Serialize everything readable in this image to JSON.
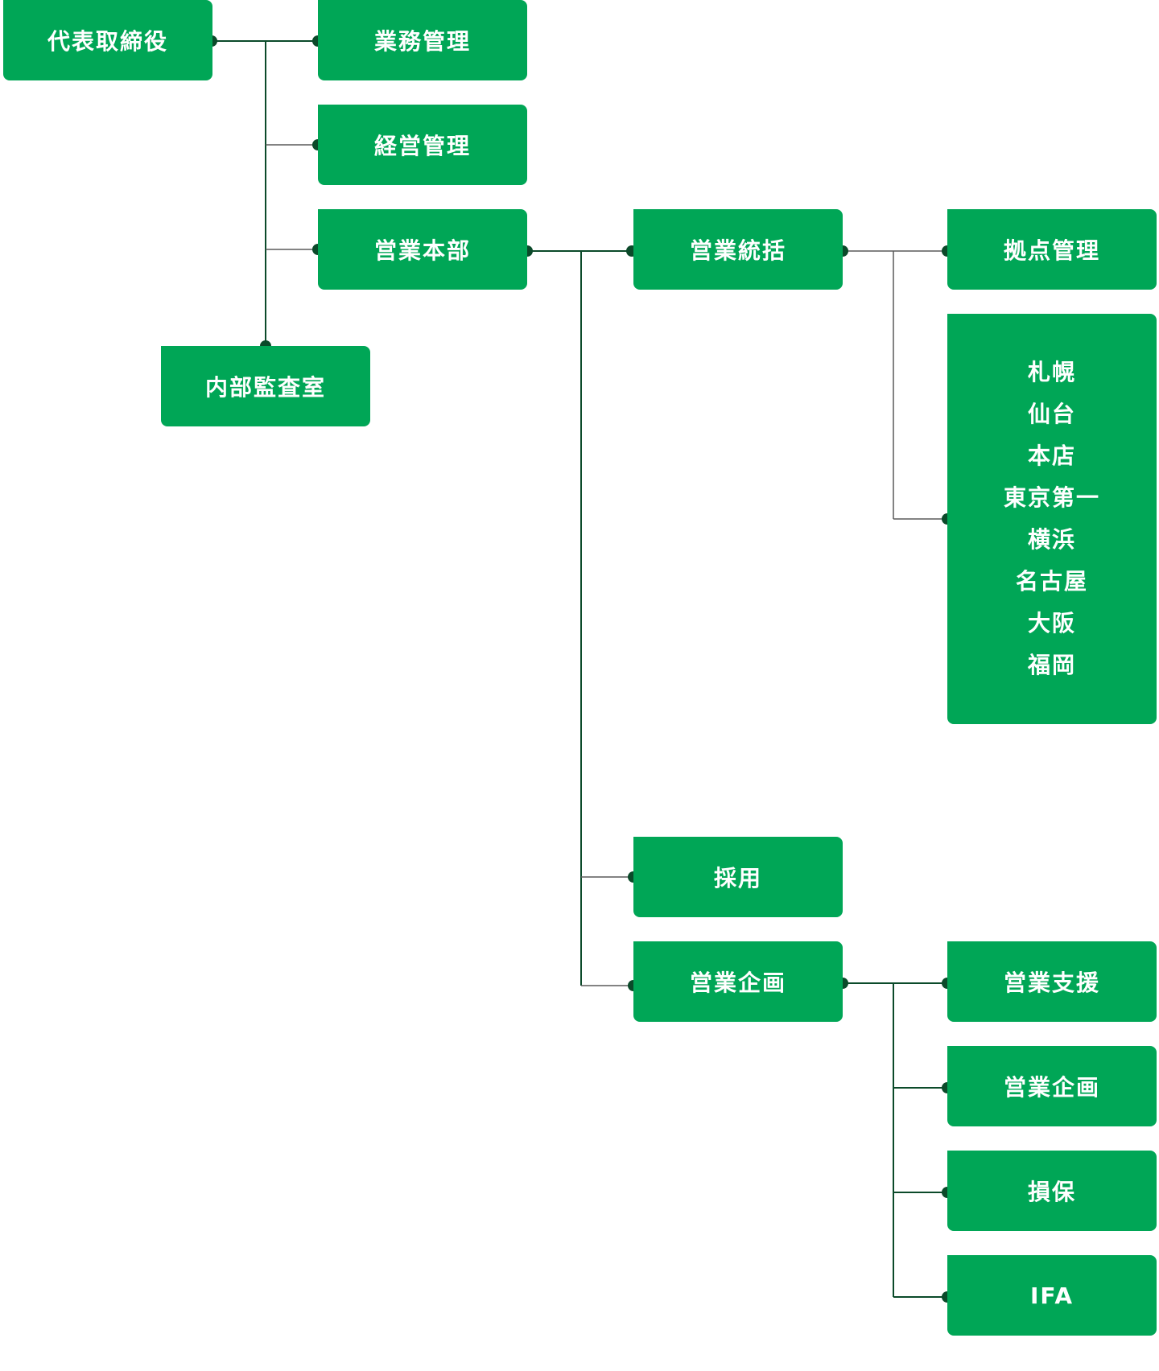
{
  "org": {
    "ceo": "代表取締役",
    "gyomu": "業務管理",
    "keiei": "経営管理",
    "eigyo_honbu": "営業本部",
    "naibu": "内部監査室",
    "eigyo_tokatsu": "営業統括",
    "kyoten": "拠点管理",
    "branches": [
      "札幌",
      "仙台",
      "本店",
      "東京第一",
      "横浜",
      "名古屋",
      "大阪",
      "福岡"
    ],
    "saiyo": "採用",
    "eigyo_kikaku": "営業企画",
    "shien": "営業支援",
    "kikaku_child": "営業企画",
    "sonpo": "損保",
    "ifa": "IFA"
  },
  "colors": {
    "box": "#00a656",
    "line": "#0b4a2a",
    "text": "#ffffff"
  }
}
